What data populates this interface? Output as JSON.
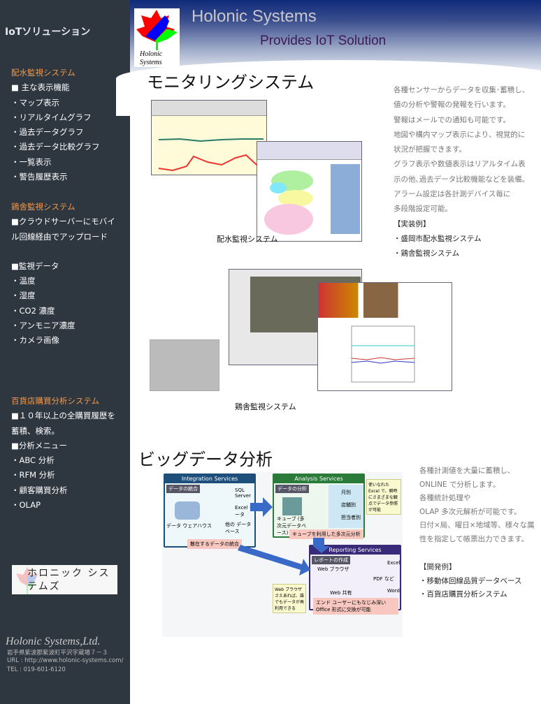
{
  "sidebar": {
    "title": "IoTソリューション",
    "water": {
      "heading": "配水監視システム",
      "items": [
        "■ 主な表示機能",
        "・マップ表示",
        "・リアルタイムグラフ",
        "・過去データグラフ",
        "・過去データ比較グラフ",
        "・一覧表示",
        "・警告履歴表示"
      ]
    },
    "chicken": {
      "heading": "鶏舎監視システム",
      "items": [
        "■クラウドサーバーにモバイ",
        "ル回線経由でアップロード",
        "",
        "■監視データ",
        "・温度",
        "・湿度",
        "・CO2 濃度",
        "・アンモニア濃度",
        "・カメラ画像"
      ]
    },
    "dept": {
      "heading": "百貨店購買分析システム",
      "items": [
        "■１０年以上の全購買履歴を",
        "蓄積、検索。",
        "■分析メニュー",
        "・ABC 分析",
        "・RFM 分析",
        "・顧客購買分析",
        "・OLAP"
      ]
    },
    "banner_logo_text": "ホロニック システムズ",
    "footer": {
      "company": "Holonic Systems,Ltd.",
      "address": "岩手県紫波郡紫波町平沢字蔵場７－３",
      "url": "URL : http://www.holonic-systems.com/",
      "tel": "TEL : 019-601-6120"
    }
  },
  "header": {
    "brand": "Holonic Systems",
    "tagline": "Provides IoT Solution",
    "logo_text": "Holonic Systems"
  },
  "monitoring": {
    "title": "モニタリングシステム",
    "desc": [
      "各種センサーからデータを収集･蓄積し、",
      "値の分析や警報の発報を行います。",
      "警報はメールでの通知も可能です。",
      "地図や構内マップ表示により、視覚的に",
      "状況が把握できます。",
      "グラフ表示や数値表示はリアルタイム表",
      "示の他､過去データ比較機能などを装備。",
      "アラーム設定は各計測デバイス毎に",
      "多段階設定可能。"
    ],
    "examples_label": "【実装例】",
    "examples": [
      "・盛岡市配水監視システム",
      "・鶏舎監視システム"
    ],
    "caption_water": "配水監視システム",
    "caption_chicken": "鶏舎監視システム"
  },
  "bigdata": {
    "title": "ビッグデータ分析",
    "desc": [
      "各種計測値を大量に蓄積し､",
      "ONLINE で分析します。",
      "各種統計処理や",
      "OLAP 多次元解析が可能です。",
      "日付×局、曜日×地域等、様々な属",
      "性を指定して帳票出力できます。"
    ],
    "examples_label": "【開発例】",
    "examples": [
      "・移動体回線品質データベース",
      "・百貨店購買分析システム"
    ],
    "diagram": {
      "integration": {
        "title": "Integration Services",
        "label": "データの統合",
        "dw": "データ ウェアハウス",
        "sql": "SQL Server",
        "excel": "Excel データ",
        "other": "他の データベース",
        "pill": "散在するデータの統合"
      },
      "analysis": {
        "title": "Analysis Services",
        "label": "データの分析",
        "cube": "キューブ (多次元データベース)",
        "r1": "月別",
        "r2": "店舗別",
        "r3": "担当者別",
        "pill": "キューブを利用した多次元分析",
        "note": "使いなれた Excel で、瞬時にさまざまな観点でデータ参照が可能"
      },
      "reporting": {
        "title": "Reporting Services",
        "label": "レポートの作成",
        "browser": "Web ブラウザ",
        "share": "Web 共有",
        "excel": "Excel",
        "pdf": "PDF など",
        "word": "Word",
        "pill": "エンド ユーザーにもなじみ深い Office 形式に交換が可能",
        "note": "Web ブラウザさえあれば、誰でもデータが再利用できる"
      }
    }
  },
  "colors": {
    "sidebar": "#2e3640",
    "accent": "#f19a4c"
  }
}
